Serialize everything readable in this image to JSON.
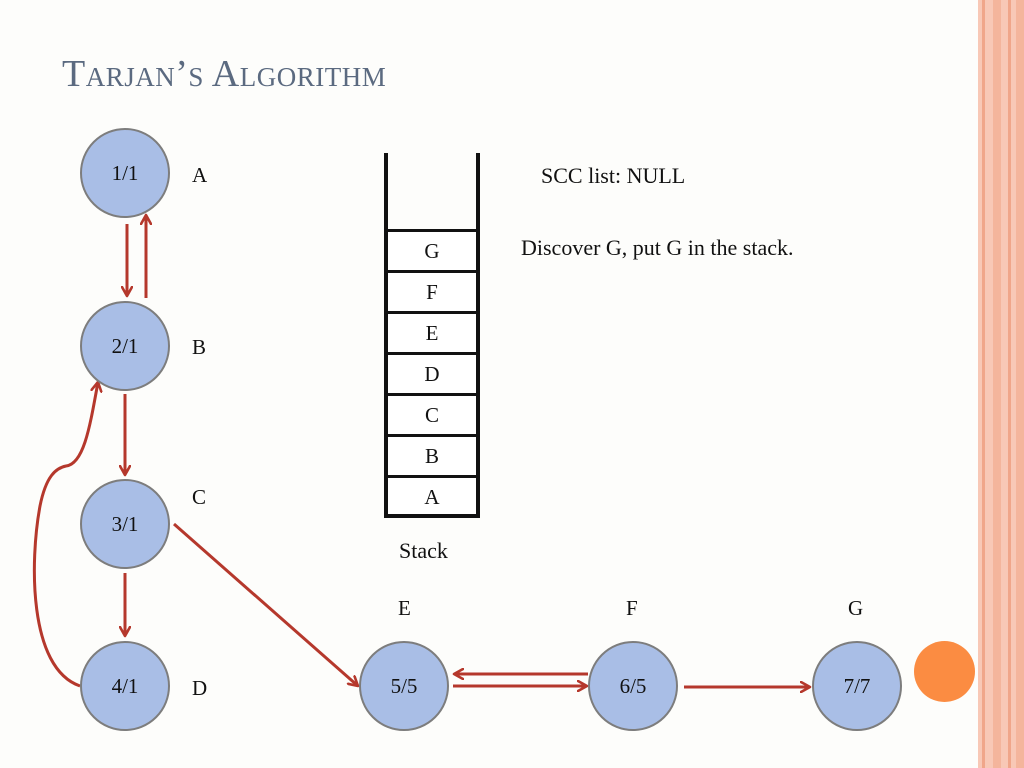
{
  "slide": {
    "title": "Tarjan’s Algorithm"
  },
  "nodes": [
    {
      "id": "A",
      "label": "A",
      "value": "1/1"
    },
    {
      "id": "B",
      "label": "B",
      "value": "2/1"
    },
    {
      "id": "C",
      "label": "C",
      "value": "3/1"
    },
    {
      "id": "D",
      "label": "D",
      "value": "4/1"
    },
    {
      "id": "E",
      "label": "E",
      "value": "5/5"
    },
    {
      "id": "F",
      "label": "F",
      "value": "6/5"
    },
    {
      "id": "G",
      "label": "G",
      "value": "7/7"
    }
  ],
  "edges": [
    [
      "A",
      "B"
    ],
    [
      "B",
      "A"
    ],
    [
      "B",
      "C"
    ],
    [
      "C",
      "D"
    ],
    [
      "D",
      "B"
    ],
    [
      "C",
      "E"
    ],
    [
      "E",
      "F"
    ],
    [
      "F",
      "E"
    ],
    [
      "F",
      "G"
    ]
  ],
  "stack": {
    "items_top_to_bottom": [
      "G",
      "F",
      "E",
      "D",
      "C",
      "B",
      "A"
    ],
    "caption": "Stack"
  },
  "scc_list": "SCC list: NULL",
  "step_description": "Discover G, put G in the stack.",
  "colors": {
    "node_fill": "#a9bee6",
    "edge": "#b5382c",
    "title": "#5b6a80",
    "accent_dot": "#fb8c42"
  }
}
